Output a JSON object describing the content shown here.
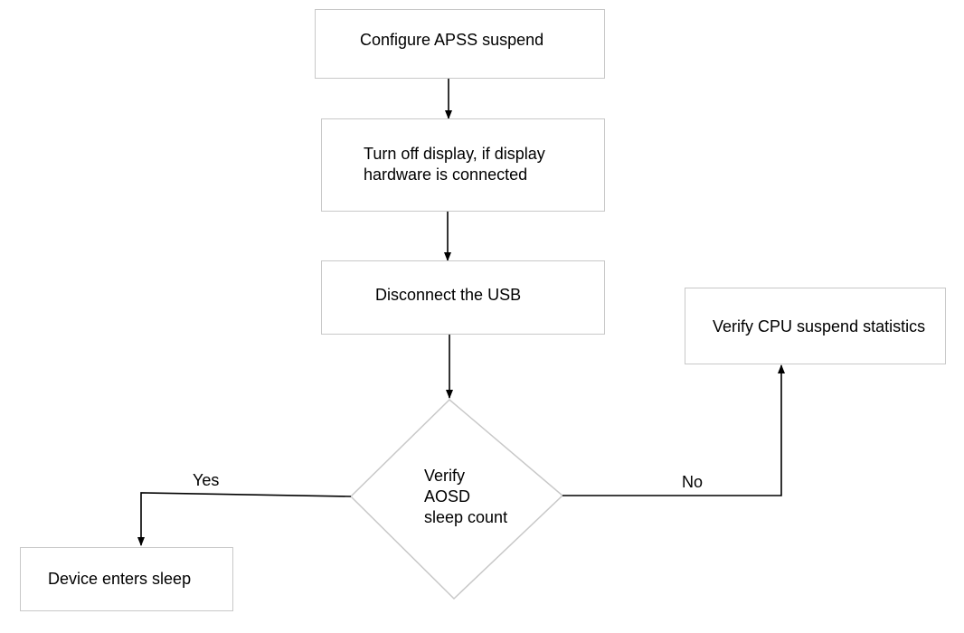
{
  "nodes": {
    "configure": {
      "text": "Configure APSS suspend"
    },
    "display": {
      "line1": "Turn off display, if display",
      "line2": "hardware is connected"
    },
    "usb": {
      "text": "Disconnect the USB"
    },
    "verify": {
      "line1": "Verify",
      "line2": "AOSD",
      "line3": "sleep count"
    },
    "sleep": {
      "text": "Device enters sleep"
    },
    "cpu": {
      "text": "Verify CPU suspend statistics"
    }
  },
  "edges": {
    "yes_label": "Yes",
    "no_label": "No"
  },
  "colors": {
    "box_border": "#c8c8c8",
    "line": "#000000",
    "text": "#000000"
  }
}
